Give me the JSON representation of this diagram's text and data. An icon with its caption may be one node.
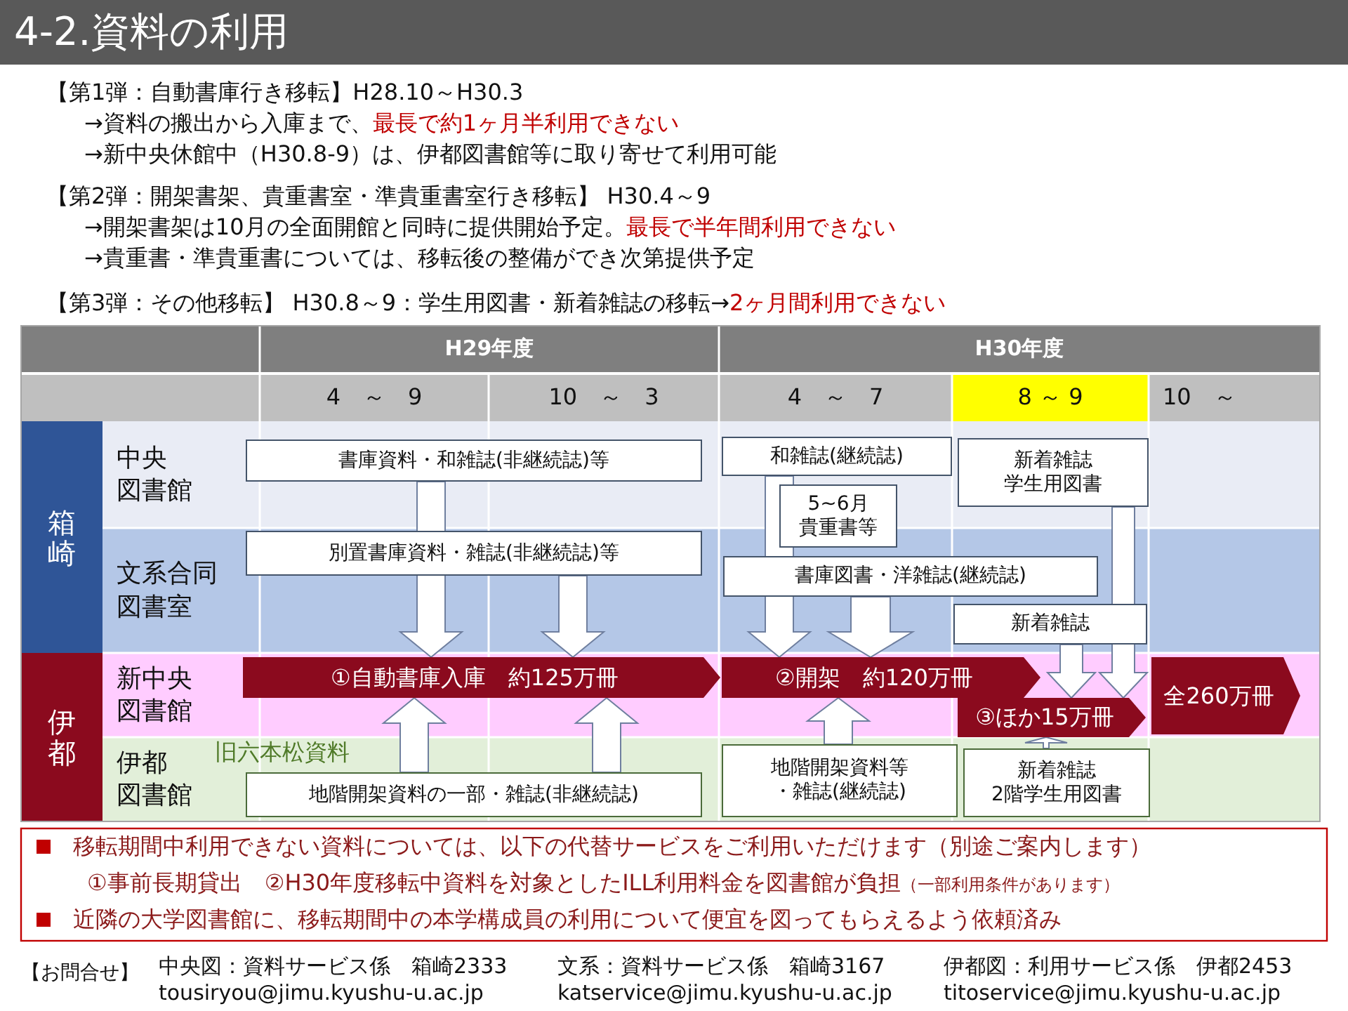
{
  "diagram": {
    "title": "4-2.資料の利用",
    "nodes": [
      {
        "text": [
          "書庫資料・和雑誌(非継続誌)等"
        ]
      },
      {
        "text": [
          "別置書庫資料・雑誌(非継続誌)等"
        ]
      },
      {
        "text": [
          "①自動書庫入庫　約125万冊"
        ]
      },
      {
        "text": [
          "地階開架資料の一部・雑誌(非継続誌)"
        ]
      },
      {
        "text": [
          "和雑誌(継続誌)"
        ]
      },
      {
        "text": [
          "5~6月",
          "貴重書等"
        ]
      },
      {
        "text": [
          "書庫図書・洋雑誌(継続誌)"
        ]
      },
      {
        "text": [
          "新着雑誌",
          "学生用図書"
        ]
      },
      {
        "text": [
          "新着雑誌"
        ]
      },
      {
        "text": [
          "②開架　約120万冊"
        ]
      },
      {
        "text": [
          "③ほか15万冊"
        ]
      },
      {
        "text": [
          "全260万冊"
        ]
      },
      {
        "text": [
          "地階開架資料等",
          "・雑誌(継続誌)"
        ]
      },
      {
        "text": [
          "新着雑誌",
          "2階学生用図書"
        ]
      }
    ],
    "edges": [
      {
        "from": 0,
        "to": 2,
        "arrow": "to"
      },
      {
        "from": 1,
        "to": 2,
        "arrow": "to"
      },
      {
        "from": 3,
        "to": 2,
        "arrow": "to"
      },
      {
        "from": 3,
        "to": 2,
        "arrow": "to"
      },
      {
        "from": 4,
        "to": 9,
        "arrow": "to"
      },
      {
        "from": 6,
        "to": 9,
        "arrow": "to"
      },
      {
        "from": 12,
        "to": 9,
        "arrow": "to"
      },
      {
        "from": 8,
        "to": 10,
        "arrow": "to"
      },
      {
        "from": 7,
        "to": 10,
        "arrow": "to"
      },
      {
        "from": 13,
        "to": 10,
        "arrow": "to"
      }
    ],
    "labels": [
      "【第1弾：自動書庫行き移転】H28.10～H30.3",
      "→資料の搬出から入庫まで、",
      "最長で約1ヶ月半利用できない",
      "→新中央休館中（H30.8-9）は、伊都図書館等に取り寄せて利用可能",
      "【第2弾：開架書架、貴重書室・準貴重書室行き移転】 H30.4～9",
      "→開架書架は10月の全面開館と同時に提供開始予定。",
      "最長で半年間利用できない",
      "→貴重書・準貴重書については、移転後の整備ができ次第提供予定",
      "【第3弾：その他移転】 H30.8～9：学生用図書・新着雑誌の移転→",
      "2ヶ月間利用できない",
      "H29年度",
      "H30年度",
      "4　～　9",
      "10　～　3",
      "4　～　7",
      "8 ～ 9",
      "10　～",
      "箱崎",
      "中央",
      "図書館",
      "文系合同",
      "図書室",
      "伊都",
      "新中央",
      "図書館",
      "伊都",
      "図書館",
      "旧六本松資料",
      "移転期間中利用できない資料については、以下の代替サービスをご利用いただけます（別途ご案内します）",
      "①事前長期貸出　②H30年度移転中資料を対象としたILL利用料金を図書館が負担",
      "（一部利用条件があります）",
      "近隣の大学図書館に、移転期間中の本学構成員の利用について便宜を図ってもらえるよう依頼済み",
      "【お問合せ】",
      "中央図：資料サービス係　箱崎2333",
      "tousiryou@jimu.kyushu-u.ac.jp",
      "文系：資料サービス係　箱崎3167",
      "katservice@jimu.kyushu-u.ac.jp",
      "伊都図：利用サービス係　伊都2453",
      "titoservice@jimu.kyushu-u.ac.jp"
    ]
  }
}
